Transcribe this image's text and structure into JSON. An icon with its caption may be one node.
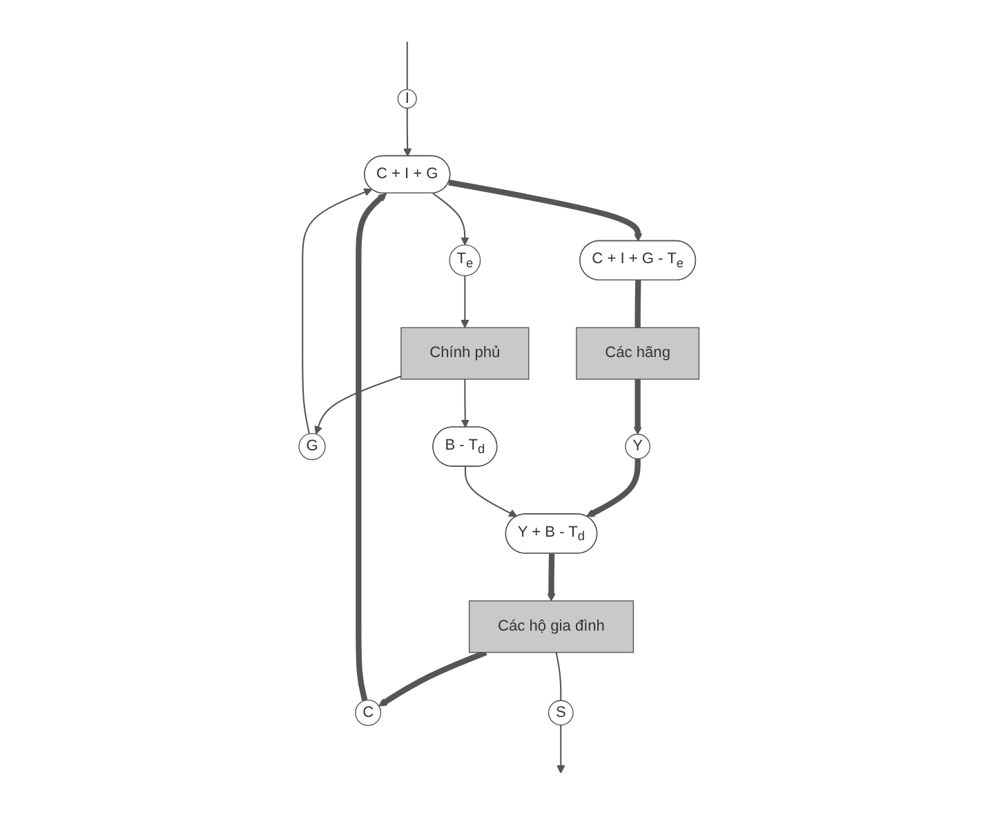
{
  "diagram": {
    "nodes": [
      {
        "text": [
          "I"
        ]
      },
      {
        "text": [
          "C"
        ]
      },
      {
        "text": [
          "S"
        ]
      },
      {
        "text": [
          "C + I + G"
        ]
      },
      {
        "text": [
          "G"
        ]
      },
      {
        "text": [
          "T$_{e}$"
        ]
      },
      {
        "text": [
          "C + I + G - T$_{e}$"
        ]
      },
      {
        "text": [
          "Các hộ gia đình"
        ]
      },
      {
        "text": [
          "Chính phủ"
        ]
      },
      {
        "text": [
          "Các hãng"
        ]
      },
      {
        "text": [
          "B - T$_{d}$"
        ]
      },
      {
        "text": [
          "Y"
        ]
      },
      {
        "text": [
          "Y + B - T$_{d}$"
        ]
      }
    ],
    "edges": [
      {
        "from": null,
        "to": 0,
        "arrow": "none"
      },
      {
        "from": 7,
        "to": 1,
        "arrow": "to",
        "style": "thick"
      },
      {
        "from": 1,
        "to": 3,
        "arrow": "to",
        "style": "thick"
      },
      {
        "from": 0,
        "to": 3,
        "arrow": "to"
      },
      {
        "from": 8,
        "to": 4,
        "arrow": "to"
      },
      {
        "from": 4,
        "to": 3,
        "arrow": "to"
      },
      {
        "from": 7,
        "to": 2,
        "arrow": "none"
      },
      {
        "from": 2,
        "to": null,
        "arrow": "to"
      },
      {
        "from": 3,
        "to": 6,
        "arrow": "to",
        "style": "thick"
      },
      {
        "from": 3,
        "to": 5,
        "arrow": "to"
      },
      {
        "from": 5,
        "to": 8,
        "arrow": "to"
      },
      {
        "from": 6,
        "to": 9,
        "arrow": "none",
        "style": "thick"
      },
      {
        "from": 9,
        "to": 11,
        "arrow": "to",
        "style": "thick"
      },
      {
        "from": 11,
        "to": 12,
        "arrow": "to",
        "style": "thick"
      },
      {
        "from": 8,
        "to": 10,
        "arrow": "to"
      },
      {
        "from": 10,
        "to": 12,
        "arrow": "to"
      },
      {
        "from": 12,
        "to": 7,
        "arrow": "to",
        "style": "thick"
      }
    ]
  }
}
